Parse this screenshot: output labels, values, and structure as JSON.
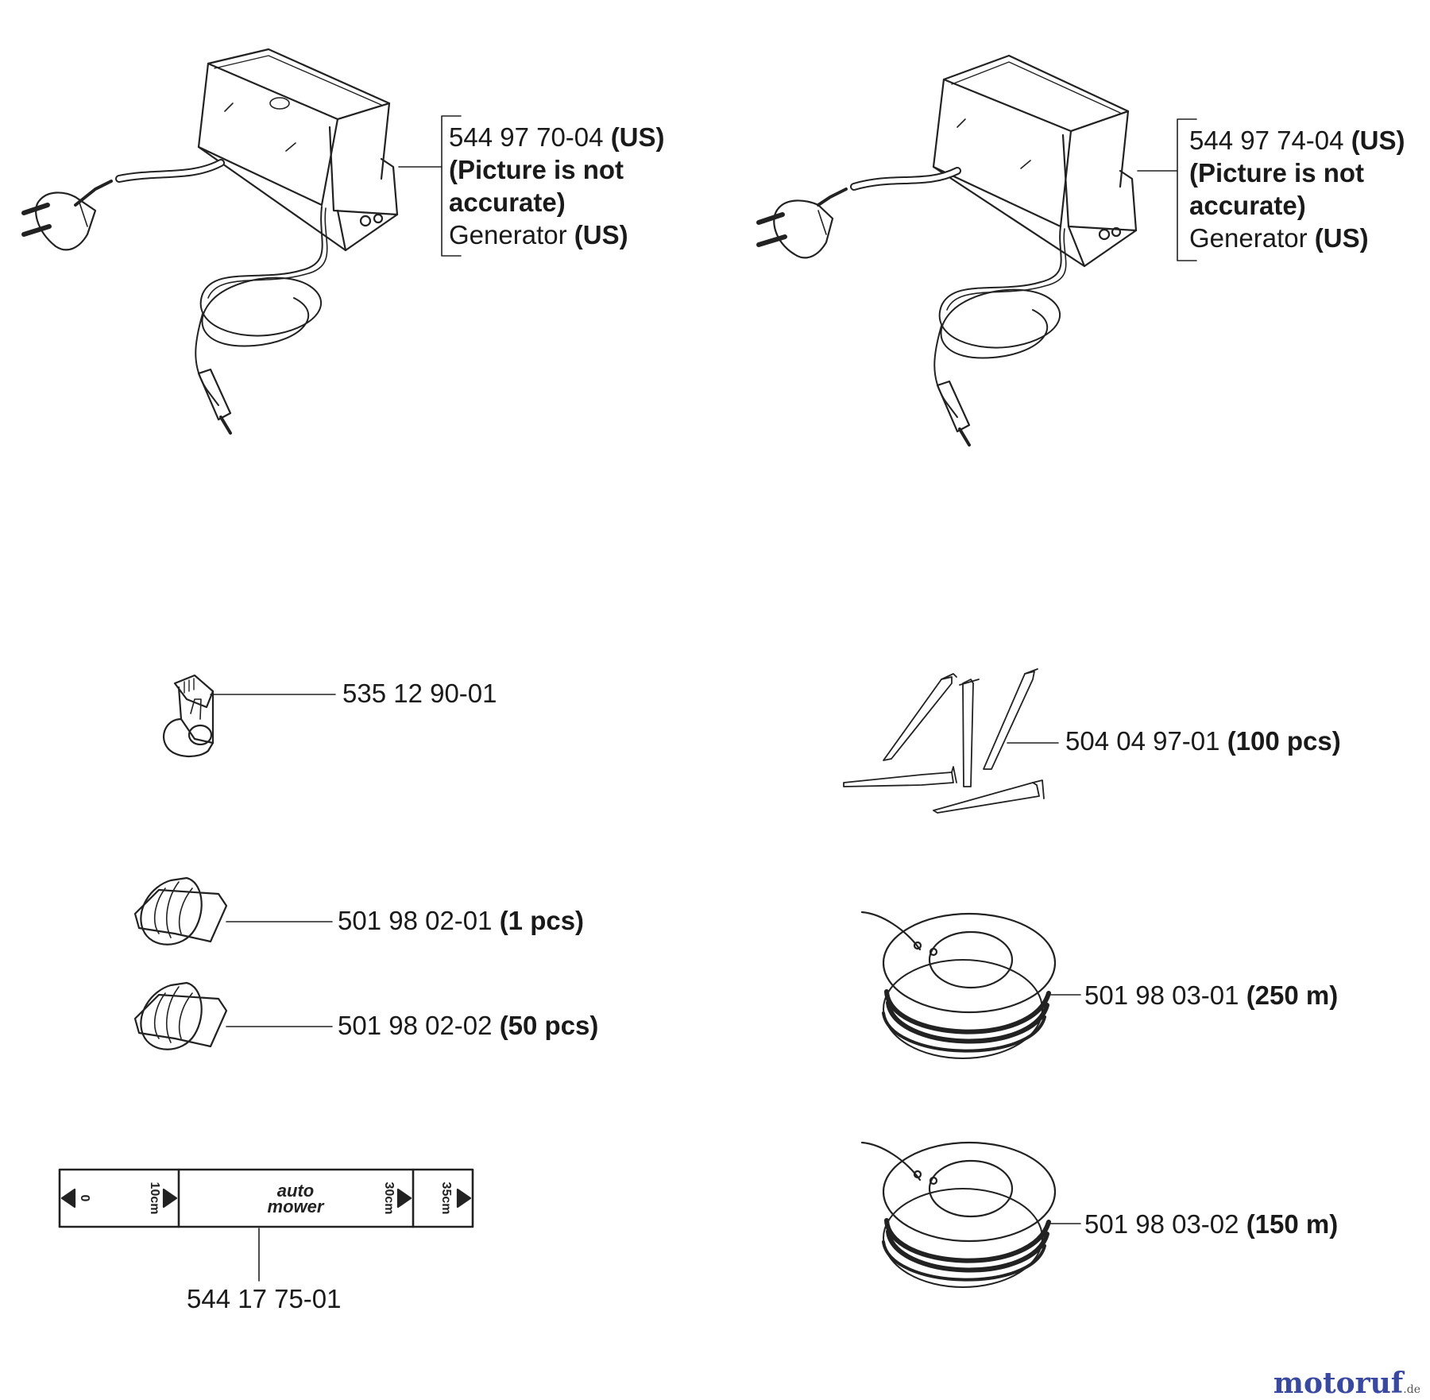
{
  "labels": {
    "gen1": {
      "part": "544 97 70-04",
      "part_suffix": "(US)",
      "note_1": "(Picture is not",
      "note_2": "accurate)",
      "name": "Generator",
      "name_suffix": "(US)"
    },
    "gen2": {
      "part": "544 97 74-04",
      "part_suffix": "(US)",
      "note_1": "(Picture is not",
      "note_2": "accurate)",
      "name": "Generator",
      "name_suffix": "(US)"
    },
    "clip": {
      "part": "535 12 90-01"
    },
    "pegs": {
      "part": "504 04 97-01",
      "qty": "(100 pcs)"
    },
    "conn1": {
      "part": "501 98 02-01",
      "qty": "(1 pcs)"
    },
    "conn2": {
      "part": "501 98 02-02",
      "qty": "(50 pcs)"
    },
    "wire1": {
      "part": "501 98 03-01",
      "qty": "(250 m)"
    },
    "wire2": {
      "part": "501 98 03-02",
      "qty": "(150 m)"
    },
    "ruler": {
      "part": "544 17 75-01",
      "mark_0": "0",
      "mark_10": "10cm",
      "mark_30": "30cm",
      "mark_35": "35cm",
      "logo_1": "auto",
      "logo_2": "mower"
    }
  },
  "watermark": {
    "brand": "motoruf",
    "tld": ".de"
  }
}
